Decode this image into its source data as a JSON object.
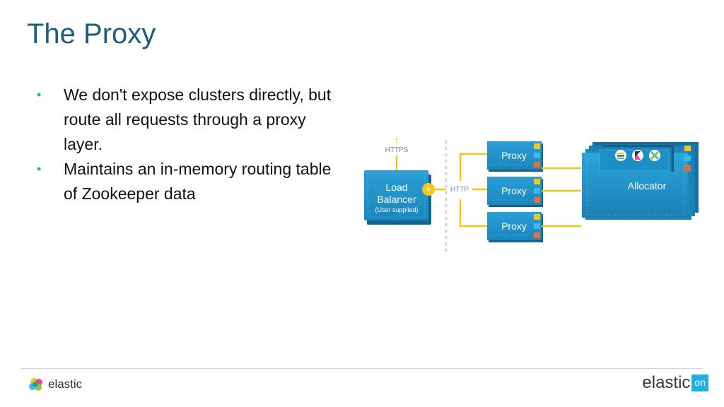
{
  "slide": {
    "title": "The Proxy",
    "bullets": [
      "We don't expose clusters directly, but route all requests through a proxy layer.",
      "Maintains an in-memory routing table of Zookeeper data"
    ]
  },
  "diagram": {
    "https_label": "HTTPS",
    "http_label": "HTTP",
    "load_balancer": {
      "line1": "Load",
      "line2": "Balancer",
      "line3": "(User supplied)"
    },
    "proxies": [
      "Proxy",
      "Proxy",
      "Proxy"
    ],
    "allocator": "Allocator",
    "colors": {
      "box": "#1b8fc7",
      "box_dark": "#146f9c",
      "connector": "#f5c518",
      "proxy_square_yellow": "#f5c518",
      "proxy_square_blue": "#3fb8e8",
      "proxy_square_orange": "#ef6c2f"
    }
  },
  "footer": {
    "left_logo": "elastic",
    "right_logo": "elastic",
    "right_logo_badge": "on",
    "accent": "#1fb0e0"
  }
}
